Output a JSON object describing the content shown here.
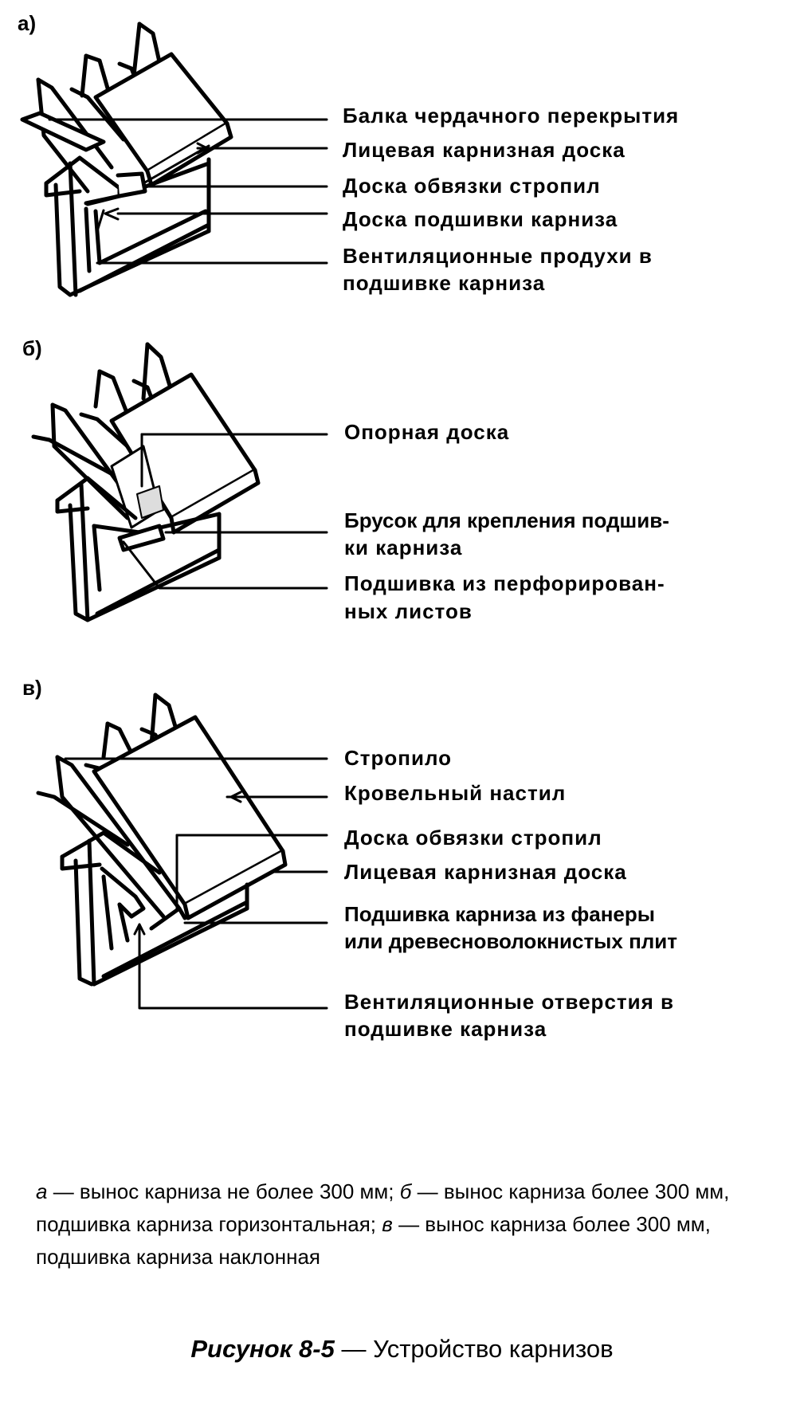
{
  "panels": [
    {
      "letter": "а)",
      "labels": [
        "Балка чердачного перекрытия",
        "Лицевая карнизная доска",
        "Доска обвязки стропил",
        "Доска подшивки карниза",
        "Вентиляционные продухи в",
        "подшивке карниза"
      ]
    },
    {
      "letter": "б)",
      "labels": [
        "Опорная доска",
        "Брусок для крепления подшив-",
        "ки карниза",
        "Подшивка из перфорирован-",
        "ных листов"
      ]
    },
    {
      "letter": "в)",
      "labels": [
        "Стропило",
        "Кровельный настил",
        "Доска обвязки стропил",
        "Лицевая карнизная доска",
        "Подшивка карниза из фанеры",
        "или древесноволокнистых плит",
        "Вентиляционные отверстия в",
        "подшивке карниза"
      ]
    }
  ],
  "caption": {
    "a_letter": "а",
    "a_text": " — вынос карниза не более 300 мм; ",
    "b_letter": "б",
    "b_text": " — вынос карниза более 300 мм, подшивка карниза горизонтальная; ",
    "c_letter": "в",
    "c_text": " — вынос карниза более 300 мм, подшивка карниза наклонная"
  },
  "figure_title": {
    "number": "Рисунок 8-5",
    "text": " — Устройство карнизов"
  }
}
